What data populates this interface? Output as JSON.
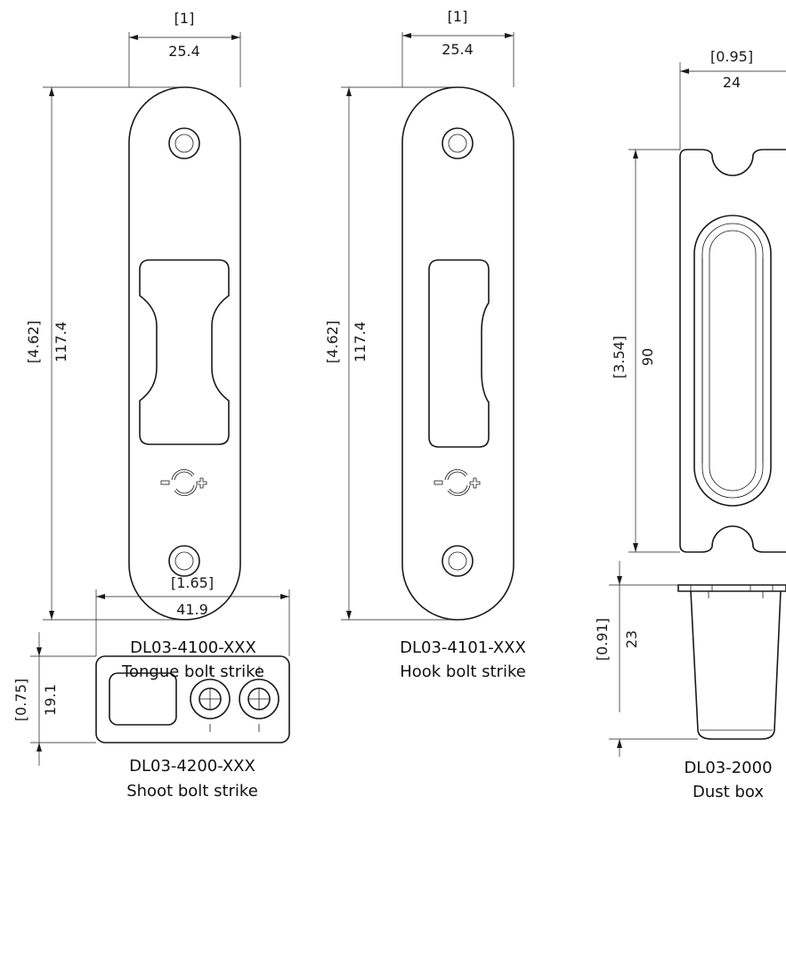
{
  "parts": {
    "tongue": {
      "code": "DL03-4100-XXX",
      "name": "Tongue bolt strike",
      "width_in": "1",
      "width_mm": "25.4",
      "height_in": "4.62",
      "height_mm": "117.4"
    },
    "hook": {
      "code": "DL03-4101-XXX",
      "name": "Hook bolt strike",
      "width_in": "1",
      "width_mm": "25.4",
      "height_in": "4.62",
      "height_mm": "117.4"
    },
    "dust": {
      "code": "DL03-2000",
      "name": "Dust box",
      "width_in": "0.95",
      "width_mm": "24",
      "height_in": "3.54",
      "height_mm": "90",
      "depth_in": "0.91",
      "depth_mm": "23"
    },
    "shoot": {
      "code": "DL03-4200-XXX",
      "name": "Shoot bolt strike",
      "width_in": "1.65",
      "width_mm": "41.9",
      "height_in": "0.75",
      "height_mm": "19.1"
    }
  },
  "icons": {
    "adjust": "adjust-minus-plus-icon"
  }
}
